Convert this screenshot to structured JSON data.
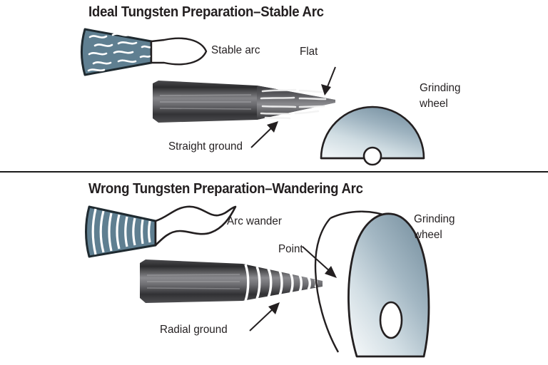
{
  "figure": {
    "panels": [
      {
        "id": "ideal",
        "title": "Ideal Tungsten Preparation–Stable Arc",
        "labels": {
          "arc": "Stable arc",
          "tip": "Flat",
          "grind": "Straight ground",
          "wheel_line1": "Grinding",
          "wheel_line2": "wheel"
        }
      },
      {
        "id": "wrong",
        "title": "Wrong Tungsten Preparation–Wandering Arc",
        "labels": {
          "arc": "Arc wander",
          "tip": "Point",
          "grind": "Radial ground",
          "wheel_line1": "Grinding",
          "wheel_line2": "wheel"
        }
      }
    ]
  },
  "colors": {
    "cone_fill": "#5f7f91",
    "cone_stroke": "#1f2a30",
    "wheel_top": "#7d96a6",
    "wheel_bottom": "#e2eaee",
    "electrode_dark": "#2f2f31",
    "electrode_mid": "#6d6d70",
    "ink": "#231f20",
    "divider": "#1a1a1a",
    "background": "#ffffff"
  }
}
